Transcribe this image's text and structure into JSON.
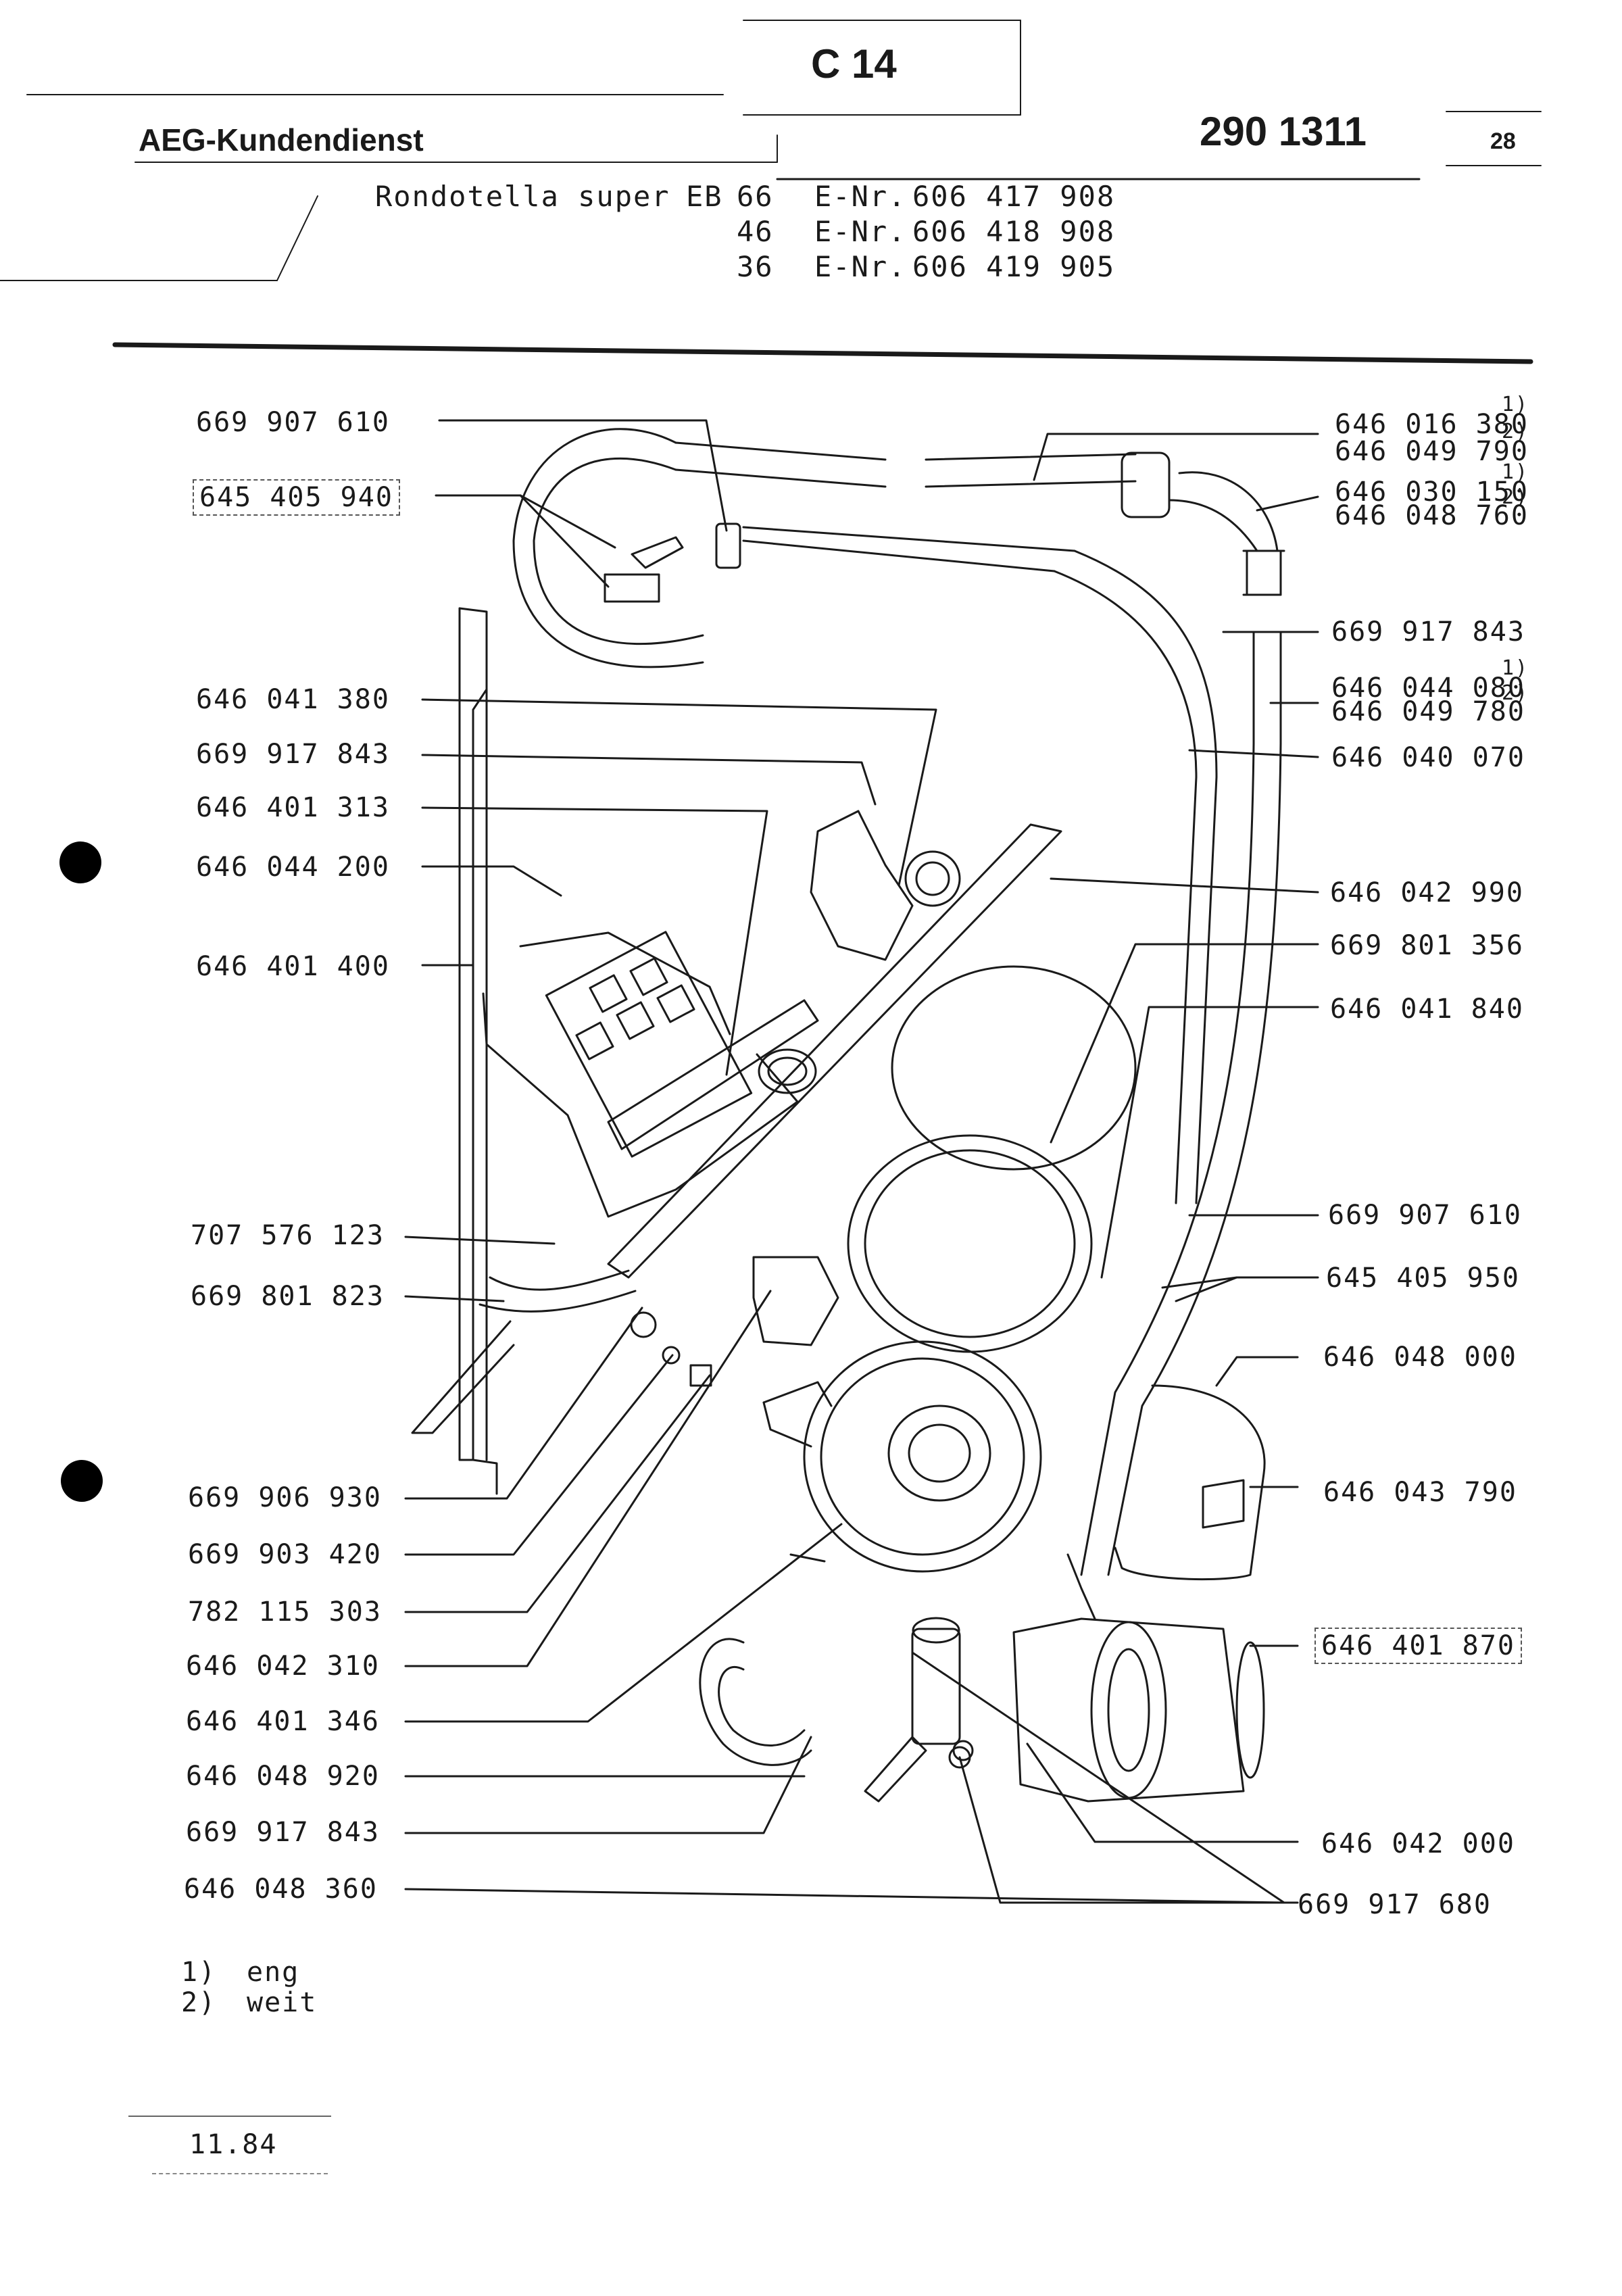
{
  "header": {
    "section": "C 14",
    "brand": "AEG-Kundendienst",
    "doc_number": "290 1311",
    "page": "28",
    "model_name": "Rondotella super",
    "model_prefix": "EB",
    "models": [
      {
        "variant": "66",
        "enr_label": "E-Nr.",
        "enr": "606 417 908"
      },
      {
        "variant": "46",
        "enr_label": "E-Nr.",
        "enr": "606 418 908"
      },
      {
        "variant": "36",
        "enr_label": "E-Nr.",
        "enr": "606 419 905"
      }
    ]
  },
  "left_parts": [
    "669 907 610",
    "645 405 940",
    "646 041 380",
    "669 917 843",
    "646 401 313",
    "646 044 200",
    "646 401 400",
    "707 576 123",
    "669 801 823",
    "669 906 930",
    "669 903 420",
    "782 115 303",
    "646 042 310",
    "646 401 346",
    "646 048 920",
    "669 917 843",
    "646 048 360"
  ],
  "right_parts": {
    "p1a": "646 016 380",
    "p1b": "646 049 790",
    "p2a": "646 030 150",
    "p2b": "646 048 760",
    "p3": "669 917 843",
    "p4a": "646 044 080",
    "p4b": "646 049 780",
    "p5": "646 040 070",
    "p6": "646 042 990",
    "p7": "669 801 356",
    "p8": "646 041 840",
    "p9": "669 907 610",
    "p10": "645 405 950",
    "p11": "646 048 000",
    "p12": "646 043 790",
    "p13": "646 401 870",
    "p14": "646 042 000",
    "p15": "669 917 680"
  },
  "footnote_marks": {
    "one": "1)",
    "two": "2)"
  },
  "footnotes": [
    {
      "mark": "1)",
      "text": "eng"
    },
    {
      "mark": "2)",
      "text": "weit"
    }
  ],
  "date": "11.84"
}
